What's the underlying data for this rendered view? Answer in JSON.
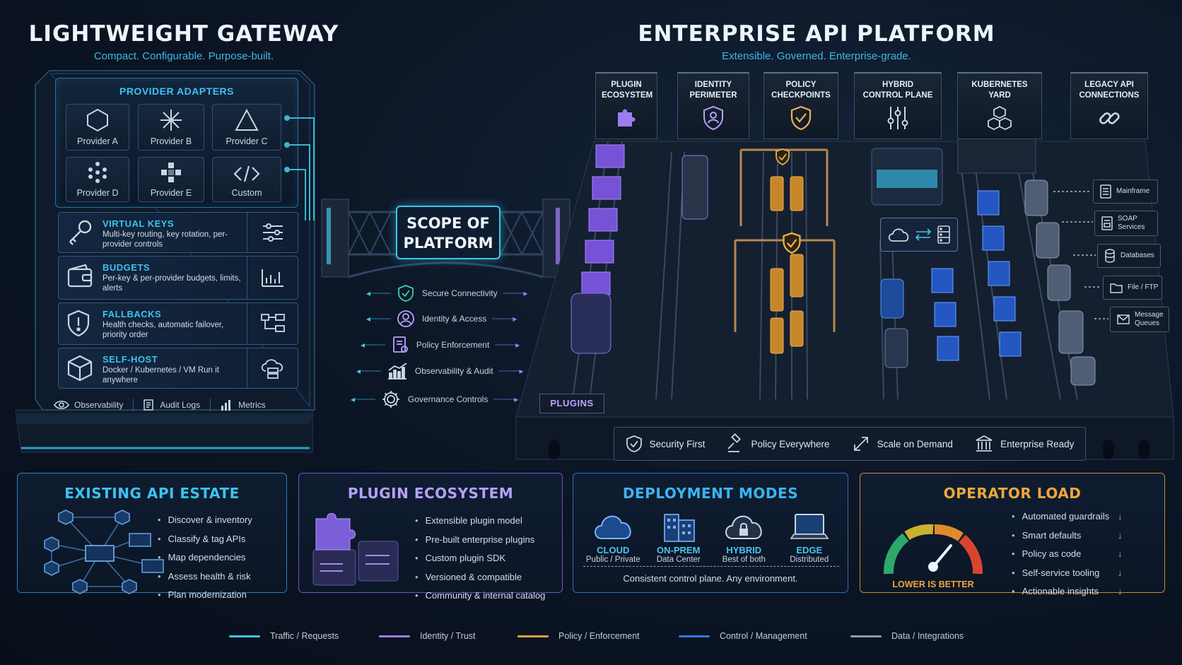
{
  "left": {
    "title": "LIGHTWEIGHT GATEWAY",
    "subtitle": "Compact. Configurable. Purpose-built.",
    "panel_title": "PROVIDER ADAPTERS",
    "providers": [
      {
        "label": "Provider A",
        "icon": "hexagon-icon"
      },
      {
        "label": "Provider B",
        "icon": "asterisk-icon"
      },
      {
        "label": "Provider C",
        "icon": "triangle-icon"
      },
      {
        "label": "Provider D",
        "icon": "dots-icon"
      },
      {
        "label": "Provider E",
        "icon": "squares-icon"
      },
      {
        "label": "Custom",
        "icon": "code-icon"
      }
    ],
    "features": [
      {
        "title": "VIRTUAL KEYS",
        "desc": "Multi-key routing, key rotation, per-provider controls",
        "icon": "key-icon",
        "right_icon": "sliders-icon"
      },
      {
        "title": "BUDGETS",
        "desc": "Per-key & per-provider budgets, limits, alerts",
        "icon": "wallet-icon",
        "right_icon": "bar-chart-icon"
      },
      {
        "title": "FALLBACKS",
        "desc": "Health checks, automatic failover, priority order",
        "icon": "shield-icon",
        "right_icon": "flow-icon"
      },
      {
        "title": "SELF-HOST",
        "desc": "Docker / Kubernetes / VM Run it anywhere",
        "icon": "cube-icon",
        "right_icon": "cloud-server-icon"
      }
    ],
    "footer": [
      "Observability",
      "Audit Logs",
      "Metrics"
    ]
  },
  "scope": {
    "title_line1": "SCOPE OF",
    "title_line2": "PLATFORM",
    "items": [
      "Secure Connectivity",
      "Identity & Access",
      "Policy Enforcement",
      "Observability & Audit",
      "Governance Controls"
    ]
  },
  "right": {
    "title": "ENTERPRISE API PLATFORM",
    "subtitle": "Extensible. Governed. Enterprise-grade.",
    "columns": [
      {
        "label": "PLUGIN ECOSYSTEM",
        "icon": "puzzle-icon"
      },
      {
        "label": "IDENTITY PERIMETER",
        "icon": "user-shield-icon"
      },
      {
        "label": "POLICY CHECKPOINTS",
        "icon": "check-shield-icon"
      },
      {
        "label": "HYBRID CONTROL PLANE",
        "icon": "sliders-icon"
      },
      {
        "label": "KUBERNETES YARD",
        "icon": "cubes-icon"
      },
      {
        "label": "LEGACY API CONNECTIONS",
        "icon": "link-icon"
      }
    ],
    "plugins_label": "PLUGINS",
    "legacy": [
      "Mainframe",
      "SOAP Services",
      "Databases",
      "File / FTP",
      "Message Queues"
    ],
    "pillars": [
      "Security First",
      "Policy Everywhere",
      "Scale on Demand",
      "Enterprise Ready"
    ]
  },
  "cards": {
    "estate": {
      "title": "EXISTING API ESTATE",
      "items": [
        "Discover & inventory",
        "Classify & tag APIs",
        "Map dependencies",
        "Assess health & risk",
        "Plan modernization"
      ]
    },
    "plugin": {
      "title": "PLUGIN ECOSYSTEM",
      "items": [
        "Extensible plugin model",
        "Pre-built enterprise plugins",
        "Custom plugin SDK",
        "Versioned & compatible",
        "Community & internal catalog"
      ]
    },
    "deploy": {
      "title": "DEPLOYMENT MODES",
      "modes": [
        {
          "name": "CLOUD",
          "desc": "Public / Private"
        },
        {
          "name": "ON-PREM",
          "desc": "Data Center"
        },
        {
          "name": "HYBRID",
          "desc": "Best of both"
        },
        {
          "name": "EDGE",
          "desc": "Distributed"
        }
      ],
      "footer": "Consistent control plane. Any environment."
    },
    "operator": {
      "title": "OPERATOR LOAD",
      "gauge_label": "LOWER IS BETTER",
      "items": [
        "Automated guardrails",
        "Smart defaults",
        "Policy as code",
        "Self-service tooling",
        "Actionable insights"
      ]
    }
  },
  "legend": [
    {
      "label": "Traffic / Requests",
      "color": "#3fc6e6"
    },
    {
      "label": "Identity / Trust",
      "color": "#9d7cf0"
    },
    {
      "label": "Policy / Enforcement",
      "color": "#e8a23c"
    },
    {
      "label": "Control / Management",
      "color": "#2f7de0"
    },
    {
      "label": "Data / Integrations",
      "color": "#8e9bb0"
    }
  ]
}
